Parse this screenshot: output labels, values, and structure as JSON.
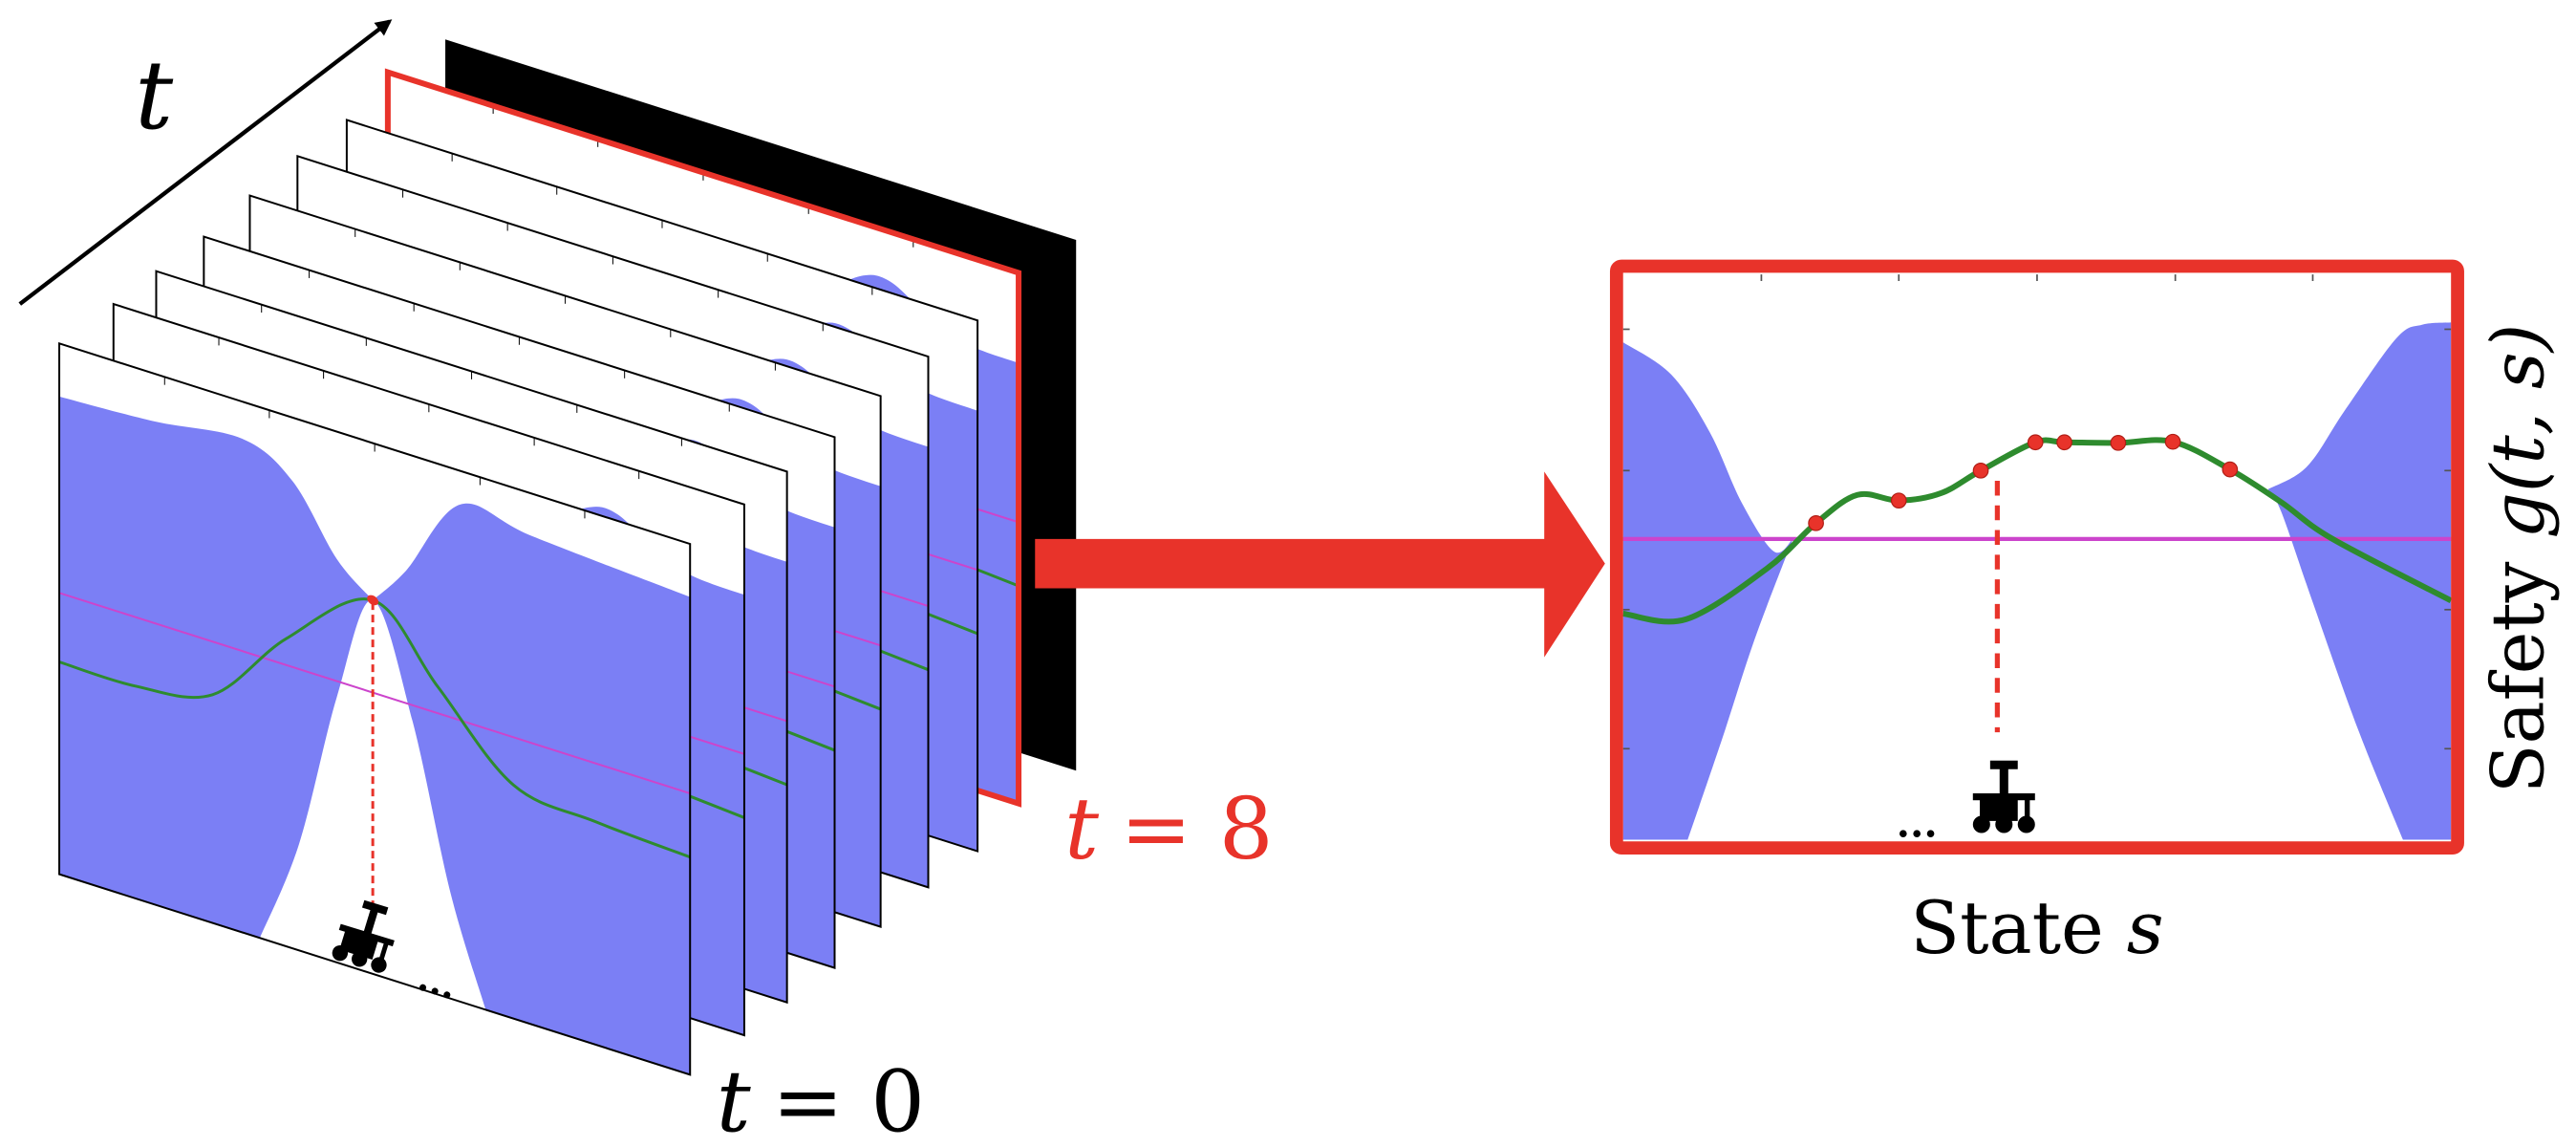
{
  "axis_label": "t",
  "front_label": {
    "var": "t",
    "eq": "= 0"
  },
  "highlight_label": {
    "var": "t",
    "eq": "= 8"
  },
  "panel": {
    "xlabel_text": "State ",
    "xlabel_var": "s",
    "ylabel_text": "Safety ",
    "ylabel_func": "g(t, s)",
    "ellipsis": "..."
  },
  "front_ellipsis": "...",
  "colors": {
    "highlight": "#e8332a",
    "confidence_band": "#7b7ff5",
    "safety_estimate": "#2e8b2e",
    "threshold": "#cc44cc",
    "frame": "#000000"
  },
  "icons": [
    "robot-rover-icon",
    "arrow-right-icon",
    "time-axis-arrow-icon"
  ]
}
